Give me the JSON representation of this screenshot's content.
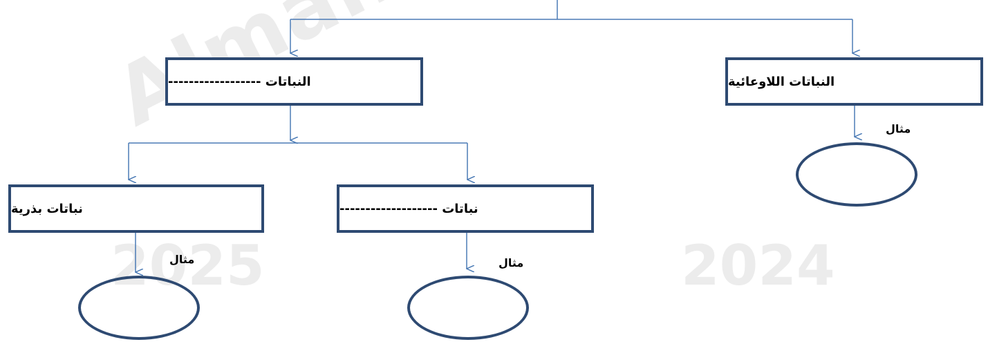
{
  "watermark": {
    "site": "Almanahj.com/bh",
    "year_left": "2025",
    "year_right": "2024"
  },
  "colors": {
    "box_border": "#2e4a72",
    "connector": "#4a7ab5",
    "watermark": "#ececec"
  },
  "nodes": {
    "nonvascular": {
      "label": "النباتات اللاوعائية"
    },
    "plants_blank": {
      "label": "النباتات ------------------"
    },
    "blank_sub": {
      "label": "نباتات -------------------"
    },
    "seed_plants": {
      "label": "نباتات بذرية"
    }
  },
  "examples": {
    "nonvascular": "مثال",
    "blank_sub": "مثال",
    "seed_plants": "مثال"
  }
}
